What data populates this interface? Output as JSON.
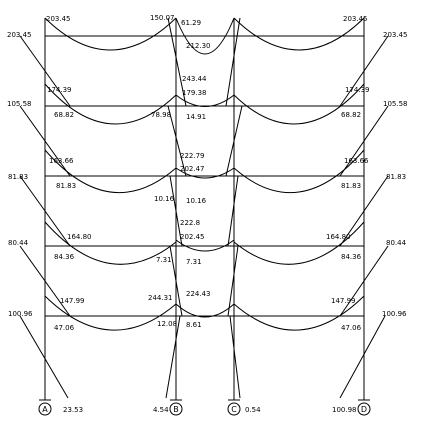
{
  "axes": [
    "A",
    "B",
    "C",
    "D"
  ],
  "left_labels": [
    "203.45",
    "105.58",
    "81.83",
    "80.44",
    "100.96"
  ],
  "right_labels": [
    "203.45",
    "105.58",
    "81.83",
    "80.44",
    "100.96"
  ],
  "top_labels": {
    "left_bay_top": "203.45",
    "mid_bay_top_a": "150.07",
    "mid_bay_top_b": "61.29",
    "right_bay_top": "203.45"
  },
  "left_bay_labels": [
    "174.39",
    "68.82",
    "163.66",
    "81.83",
    "164.80",
    "84.36",
    "147.99",
    "47.06"
  ],
  "right_bay_labels": [
    "174.39",
    "68.82",
    "163.66",
    "81.83",
    "164.80",
    "84.36",
    "147.99",
    "47.06"
  ],
  "col_b_labels": [
    "78.98",
    "10.16",
    "7.31",
    "244.31",
    "12.08"
  ],
  "mid_bay_labels": [
    "212.30",
    "243.44",
    "179.38",
    "14.91",
    "222.79",
    "202.47",
    "10.16",
    "222.8",
    "202.45",
    "7.31",
    "224.43",
    "8.61"
  ],
  "base_labels": [
    "23.53",
    "4.54",
    "0.54",
    "100.98"
  ]
}
